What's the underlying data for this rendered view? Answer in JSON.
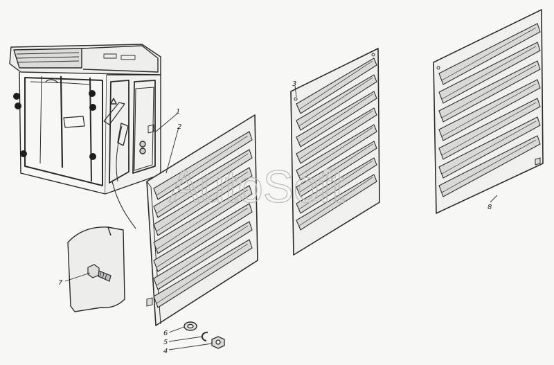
{
  "watermark": "AutoSoft",
  "callouts": {
    "c1": "1",
    "c2": "2",
    "c3": "3",
    "c4": "4",
    "c5": "5",
    "c6": "6",
    "c7": "7",
    "c8": "8"
  },
  "colors": {
    "line": "#2a2a2a",
    "paper": "#f7f7f5",
    "fill": "#ececea"
  }
}
